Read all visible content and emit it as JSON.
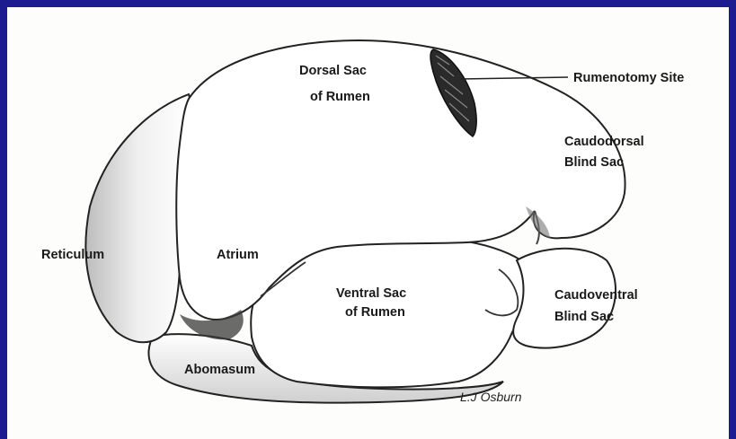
{
  "labels": {
    "dorsal_sac_1": "Dorsal Sac",
    "dorsal_sac_2": "of Rumen",
    "rumenotomy_site": "Rumenotomy Site",
    "caudodorsal_1": "Caudodorsal",
    "caudodorsal_2": "Blind Sac",
    "reticulum": "Reticulum",
    "atrium": "Atrium",
    "ventral_sac_1": "Ventral Sac",
    "ventral_sac_2": "of Rumen",
    "caudoventral_1": "Caudoventral",
    "caudoventral_2": "Blind Sac",
    "abomasum": "Abomasum"
  },
  "signature": "L.J Osburn",
  "colors": {
    "frame": "#1c1c90",
    "paper": "#fdfdfb",
    "ink": "#1a1a1a"
  }
}
